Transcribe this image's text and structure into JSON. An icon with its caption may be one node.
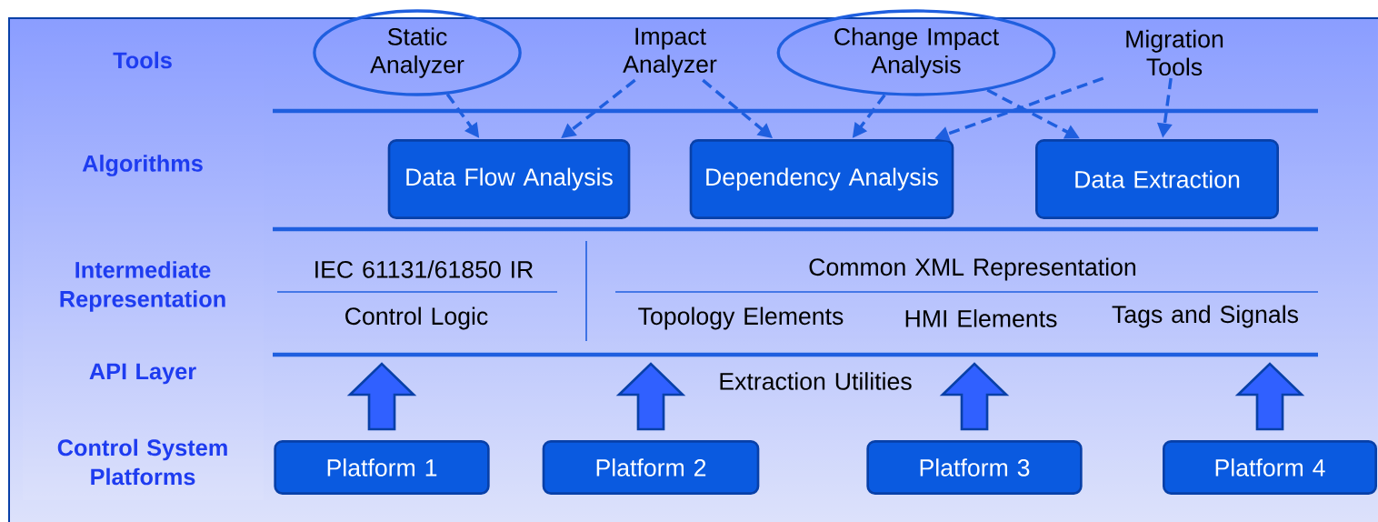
{
  "diagram": {
    "nodes": [
      {
        "text": [
          "Static Analyzer"
        ]
      },
      {
        "text": [
          "Impact Analyzer"
        ]
      },
      {
        "text": [
          "Change Impact Analysis"
        ]
      },
      {
        "text": [
          "Migration Tools"
        ]
      },
      {
        "text": [
          "Data Flow Analysis"
        ]
      },
      {
        "text": [
          "Dependency Analysis"
        ]
      },
      {
        "text": [
          "Data Extraction"
        ]
      },
      {
        "text": [
          "Platform 1"
        ]
      },
      {
        "text": [
          "Platform 2"
        ]
      },
      {
        "text": [
          "Platform 3"
        ]
      },
      {
        "text": [
          "Platform 4"
        ]
      }
    ],
    "edges": [
      {
        "from": 0,
        "to": 4,
        "arrow": "to",
        "style": "dashed"
      },
      {
        "from": 1,
        "to": 4,
        "arrow": "to",
        "style": "dashed"
      },
      {
        "from": 1,
        "to": 5,
        "arrow": "to",
        "style": "dashed"
      },
      {
        "from": 2,
        "to": 5,
        "arrow": "to",
        "style": "dashed"
      },
      {
        "from": 2,
        "to": 6,
        "arrow": "to",
        "style": "dashed"
      },
      {
        "from": 3,
        "to": 5,
        "arrow": "to",
        "style": "dashed"
      },
      {
        "from": 3,
        "to": 6,
        "arrow": "to",
        "style": "dashed"
      },
      {
        "from": 7,
        "to": null,
        "arrow": "to"
      },
      {
        "from": 8,
        "to": null,
        "arrow": "to"
      },
      {
        "from": 9,
        "to": null,
        "arrow": "to"
      },
      {
        "from": 10,
        "to": null,
        "arrow": "to"
      }
    ],
    "labels": [
      "Tools",
      "Algorithms",
      "Intermediate Representation",
      "IEC 61131/61850 IR",
      "Common XML Representation",
      "Control Logic",
      "Topology Elements",
      "HMI Elements",
      "Tags and Signals",
      "API Layer",
      "Extraction Utilities",
      "Control System Platforms"
    ]
  }
}
